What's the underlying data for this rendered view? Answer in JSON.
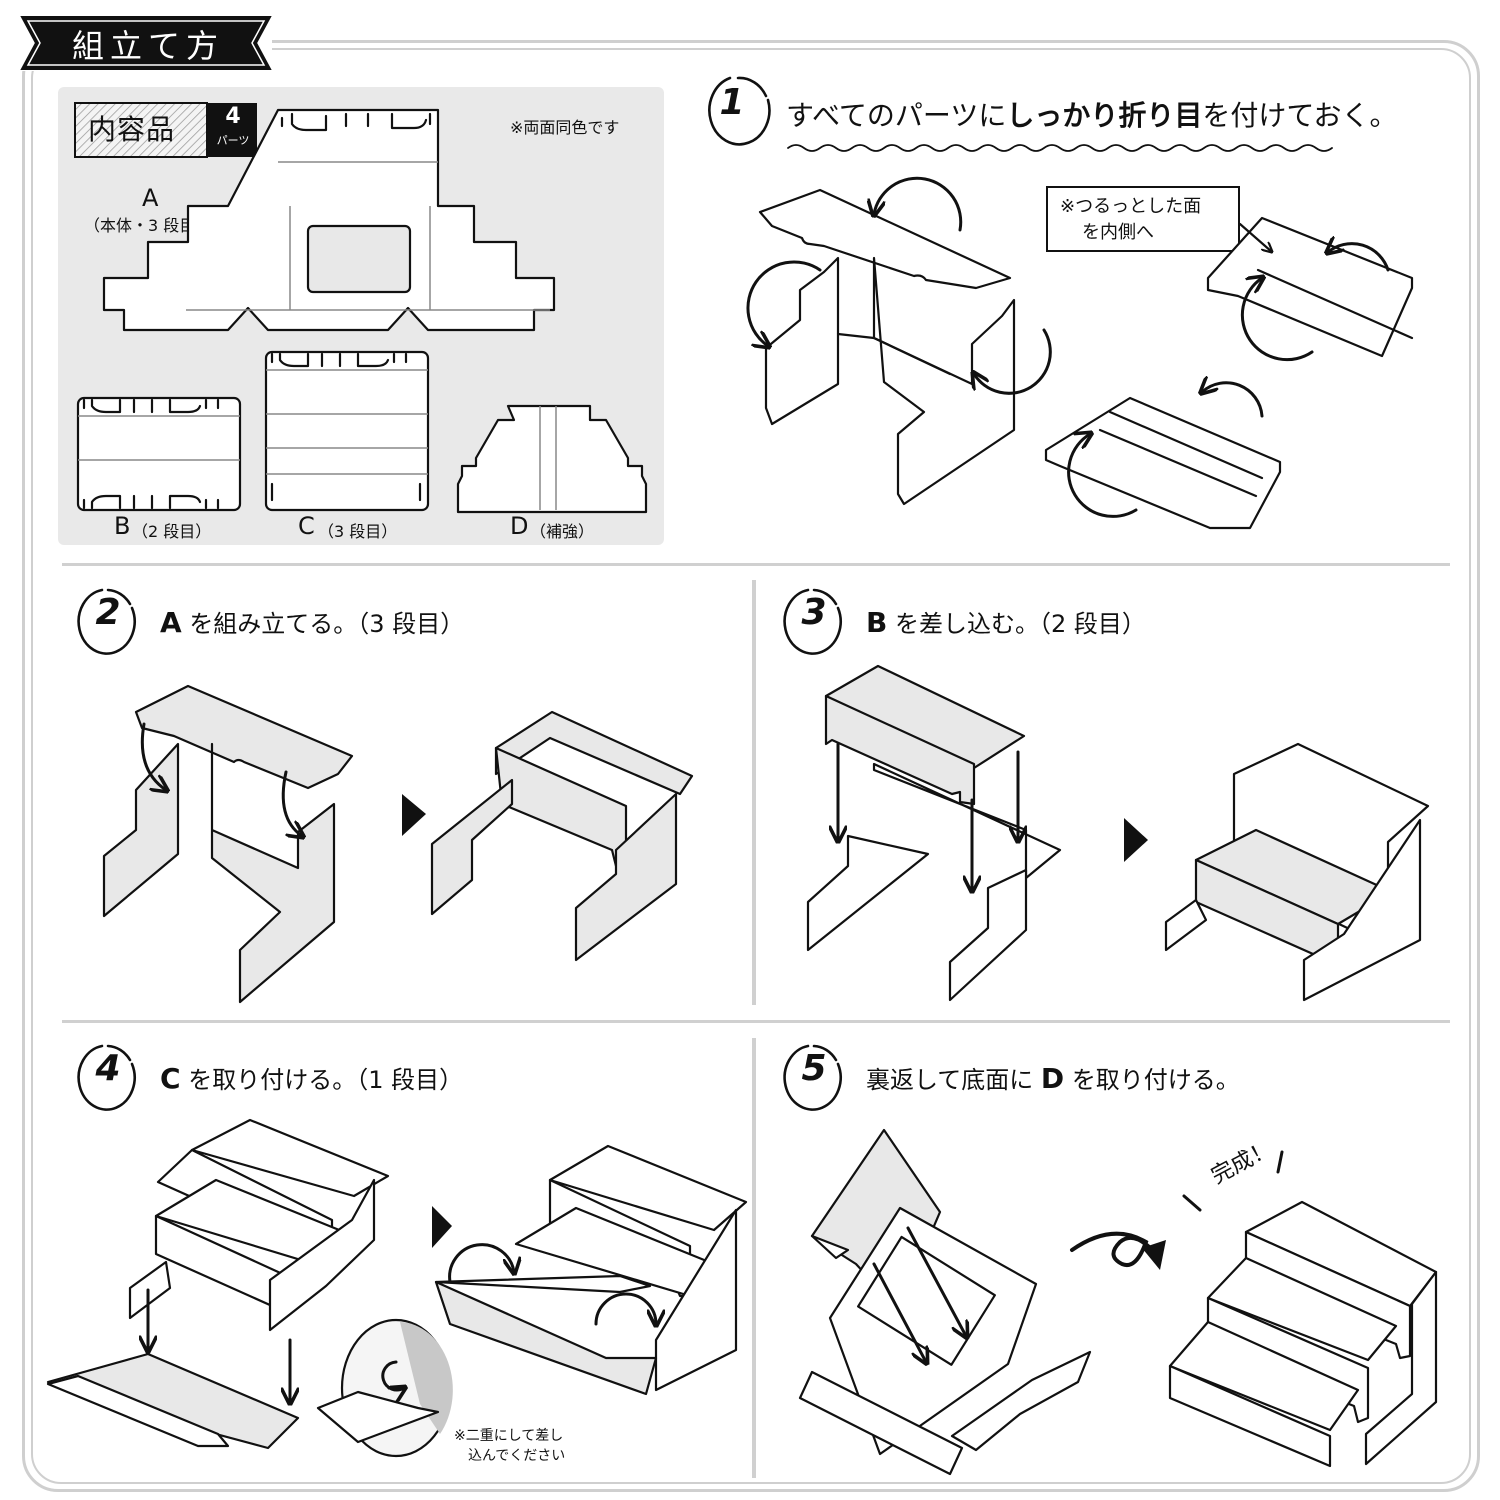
{
  "title": "組立て方",
  "contents": {
    "label": "内容品",
    "count": "4",
    "unit": "パーツ",
    "note": "※両面同色です",
    "parts": [
      {
        "letter": "A",
        "desc": "（本体・3 段目）"
      },
      {
        "letter": "B",
        "desc": "（2 段目）"
      },
      {
        "letter": "C",
        "desc": "（3 段目）"
      },
      {
        "letter": "D",
        "desc": "（補強）"
      }
    ]
  },
  "steps": [
    {
      "number": "1",
      "text_pre": "すべてのパーツに",
      "text_bold": "しっかり折り目",
      "text_post": "を付けておく。",
      "callout": [
        "※つるっとした面",
        "を内側へ"
      ]
    },
    {
      "number": "2",
      "part": "A",
      "text": "を組み立てる。（3 段目）"
    },
    {
      "number": "3",
      "part": "B",
      "text": "を差し込む。（2 段目）"
    },
    {
      "number": "4",
      "part": "C",
      "text": "を取り付ける。（1 段目）",
      "note": [
        "※二重にして差し",
        "込んでください"
      ]
    },
    {
      "number": "5",
      "text_pre": "裏返して底面に",
      "part": "D",
      "text": "を取り付ける。",
      "finish": "完成！"
    }
  ],
  "colors": {
    "ink": "#111111",
    "panel": "#e9e9e9",
    "frame": "#cfcfcf",
    "shade": "#e8e8e8"
  }
}
